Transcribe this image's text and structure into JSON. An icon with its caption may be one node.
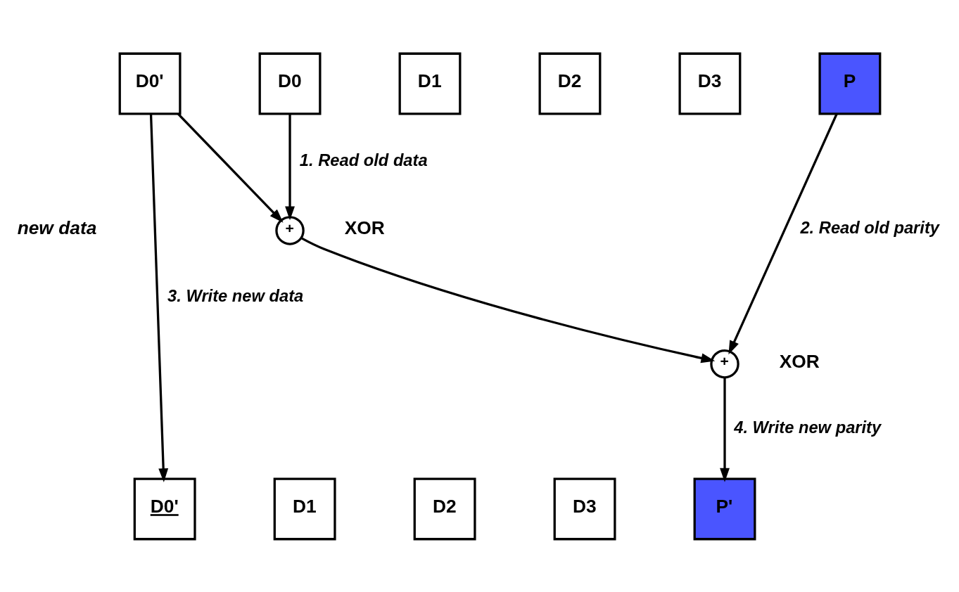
{
  "diagram": {
    "nodes": [
      {
        "text": [
          "D0'"
        ]
      },
      {
        "text": [
          "D0"
        ]
      },
      {
        "text": [
          "D1"
        ]
      },
      {
        "text": [
          "D2"
        ]
      },
      {
        "text": [
          "D3"
        ]
      },
      {
        "text": [
          "P"
        ]
      },
      {
        "text": [
          "+"
        ],
        "beside": [
          "XOR"
        ]
      },
      {
        "text": [
          "+"
        ],
        "beside": [
          "XOR"
        ]
      },
      {
        "text": [
          "D0'"
        ]
      },
      {
        "text": [
          "D1"
        ]
      },
      {
        "text": [
          "D2"
        ]
      },
      {
        "text": [
          "D3"
        ]
      },
      {
        "text": [
          "P'"
        ]
      }
    ],
    "edges": [
      {
        "from": 0,
        "to": 6,
        "arrow": "to"
      },
      {
        "from": 1,
        "to": 6,
        "arrow": "to",
        "label": "1. Read old data"
      },
      {
        "from": 6,
        "to": 7,
        "arrow": "to"
      },
      {
        "from": 5,
        "to": 7,
        "arrow": "to",
        "label": "2. Read old parity"
      },
      {
        "from": 0,
        "to": 8,
        "arrow": "to",
        "label": "3. Write new data"
      },
      {
        "from": 7,
        "to": 12,
        "arrow": "to",
        "label": "4. Write new parity"
      }
    ],
    "labels": [
      "new data"
    ]
  }
}
